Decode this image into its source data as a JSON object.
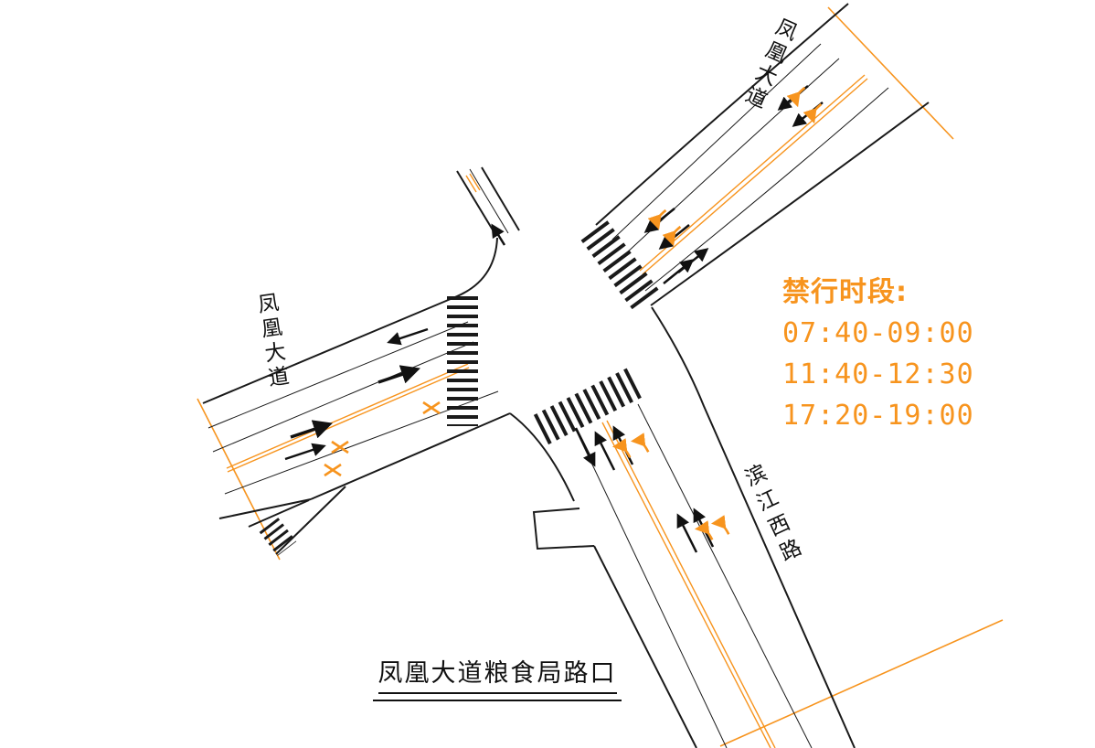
{
  "colors": {
    "accent": "#F7941E",
    "ink": "#1a1a1a",
    "background": "#ffffff"
  },
  "roads": {
    "northeast": {
      "label": "凤凰大道"
    },
    "west": {
      "label": "凤凰大道"
    },
    "southeast": {
      "label": "滨江西路"
    }
  },
  "restriction_notice": {
    "heading": "禁行时段:",
    "periods": [
      "07:40-09:00",
      "11:40-12:30",
      "17:20-19:00"
    ]
  },
  "title": "凤凰大道粮食局路口"
}
